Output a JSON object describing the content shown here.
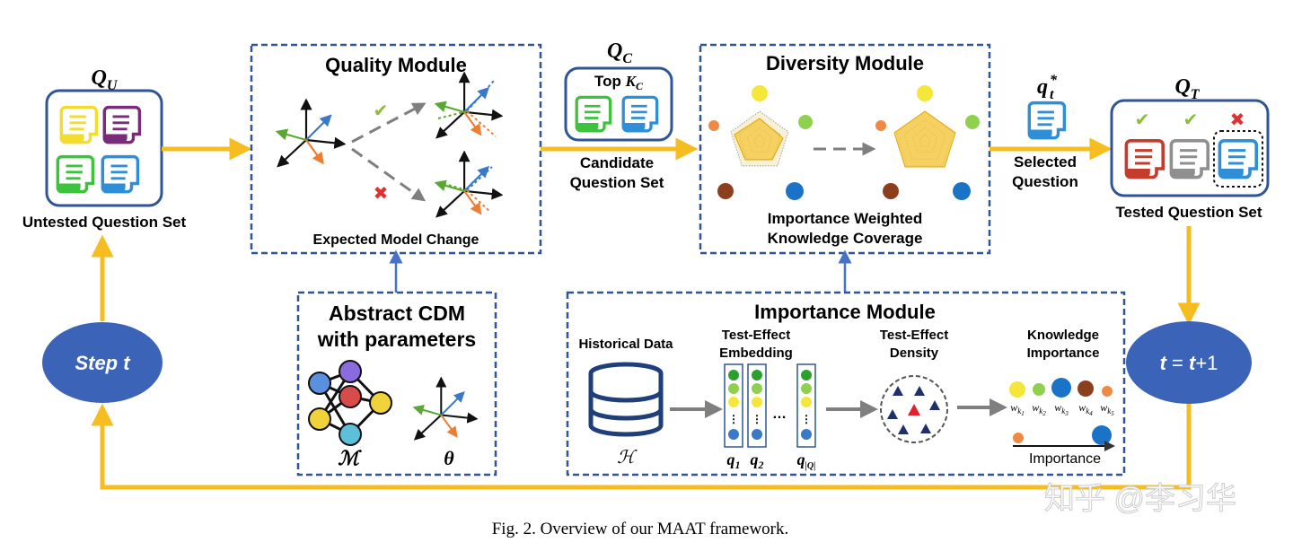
{
  "untested": {
    "symbol": "Q",
    "sub": "U",
    "label": "Untested Question Set"
  },
  "quality": {
    "title": "Quality Module",
    "caption": "Expected Model Change",
    "check": "✔",
    "cross": "✖"
  },
  "candidate": {
    "symbol": "Q",
    "sub": "C",
    "top_label": "Top ",
    "top_k": "K",
    "top_k_sub": "C",
    "line1": "Candidate",
    "line2": "Question Set"
  },
  "diversity": {
    "title": "Diversity Module",
    "line1": "Importance Weighted",
    "line2": "Knowledge Coverage"
  },
  "selected": {
    "symbol": "q",
    "sub": "t",
    "sup": "*",
    "line1": "Selected",
    "line2": "Question"
  },
  "tested": {
    "symbol": "Q",
    "sub": "T",
    "label": "Tested Question Set",
    "marks": [
      "✔",
      "✔",
      "✖"
    ]
  },
  "abstract_cdm": {
    "line1": "Abstract CDM",
    "line2": "with parameters",
    "model_symbol": "ℳ",
    "param_symbol": "θ"
  },
  "importance": {
    "title": "Importance Module",
    "historical_label": "Historical Data",
    "historical_symbol": "ℋ",
    "embedding_line1": "Test-Effect",
    "embedding_line2": "Embedding",
    "q_labels": [
      {
        "base": "q",
        "sub": "1"
      },
      {
        "base": "q",
        "sub": "2"
      },
      {
        "base": "q",
        "sub": "|Q|"
      }
    ],
    "ellipsis": "…",
    "density_line1": "Test-Effect",
    "density_line2": "Density",
    "knowledge_line1": "Knowledge",
    "knowledge_line2": "Importance",
    "weights": [
      {
        "base": "w",
        "sub": "k",
        "subsub": "1"
      },
      {
        "base": "w",
        "sub": "k",
        "subsub": "2"
      },
      {
        "base": "w",
        "sub": "k",
        "subsub": "3"
      },
      {
        "base": "w",
        "sub": "k",
        "subsub": "4"
      },
      {
        "base": "w",
        "sub": "k",
        "subsub": "5"
      }
    ],
    "axis_label": "Importance"
  },
  "step": {
    "left": "Step t",
    "right_t": "t",
    "right_rest": " = ",
    "right_t2": "t",
    "right_plus": "+1"
  },
  "caption": "Fig. 2.  Overview of our MAAT framework.",
  "watermark": "知乎 @李习华",
  "colors": {
    "arrow": "#f5bd1f",
    "box_border": "#2f5597",
    "thin_arrow": "#4472c4",
    "ellipse": "#3b64b8",
    "gray_arrow": "#7f7f7f",
    "check": "#8dbb3b",
    "cross": "#e03030",
    "yellow": "#f5e63a",
    "purple": "#7a2b7a",
    "green": "#3cc23c",
    "blue": "#2e8fd8",
    "red": "#c63c2c",
    "gray": "#8f8f8f",
    "brown": "#8b3f1c",
    "orange": "#ee8a44",
    "lightgreen": "#8fd14f"
  }
}
